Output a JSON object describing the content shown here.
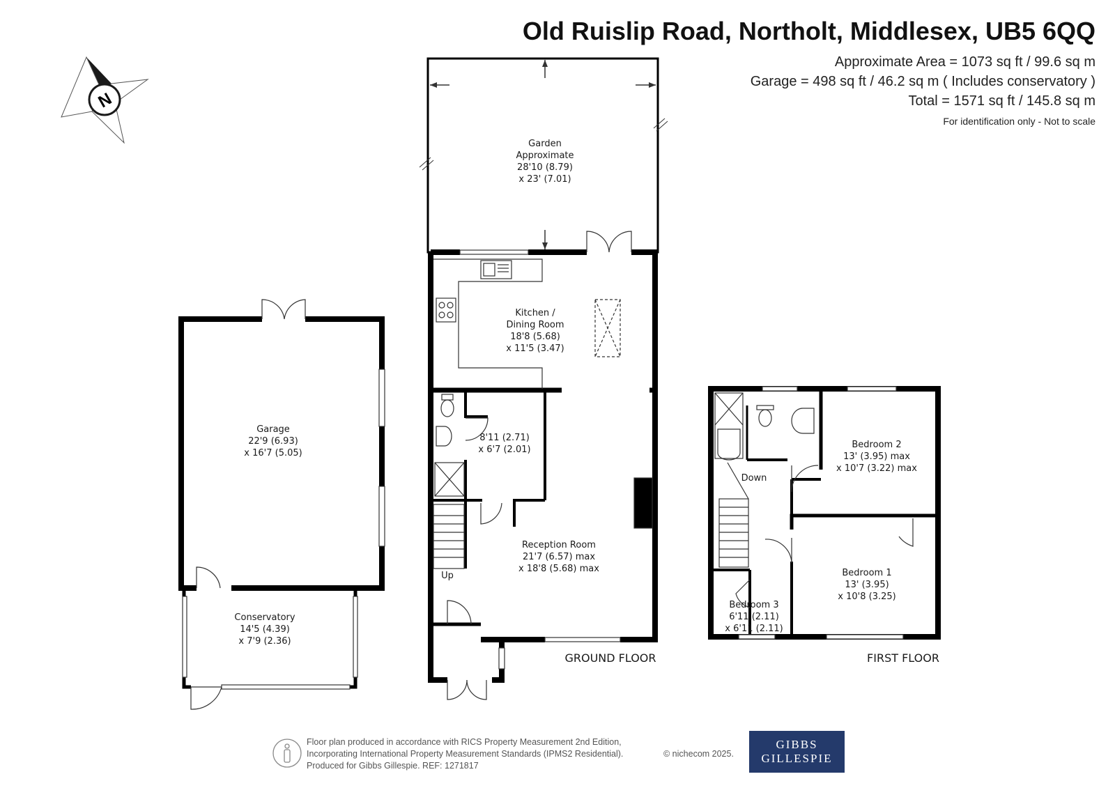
{
  "header": {
    "title": "Old Ruislip Road, Northolt, Middlesex, UB5 6QQ",
    "approx_area": "Approximate Area = 1073 sq ft / 99.6 sq m",
    "garage_area": "Garage = 498 sq ft / 46.2 sq m ( Includes conservatory )",
    "total_area": "Total = 1571 sq ft / 145.8 sq m",
    "note": "For identification only - Not to scale"
  },
  "compass": {
    "letter": "N"
  },
  "rooms": {
    "garden": [
      "Garden",
      "Approximate",
      "28'10 (8.79)",
      "x 23' (7.01)"
    ],
    "kitchen": [
      "Kitchen /",
      "Dining Room",
      "18'8 (5.68)",
      "x 11'5 (3.47)"
    ],
    "utility": [
      "8'11 (2.71)",
      "x 6'7 (2.01)"
    ],
    "reception": [
      "Reception Room",
      "21'7 (6.57) max",
      "x 18'8 (5.68) max"
    ],
    "garage": [
      "Garage",
      "22'9 (6.93)",
      "x 16'7 (5.05)"
    ],
    "conservatory": [
      "Conservatory",
      "14'5 (4.39)",
      "x 7'9 (2.36)"
    ],
    "bedroom2": [
      "Bedroom 2",
      "13' (3.95) max",
      "x 10'7 (3.22) max"
    ],
    "bedroom1": [
      "Bedroom 1",
      "13' (3.95)",
      "x 10'8 (3.25)"
    ],
    "bedroom3": [
      "Bedroom 3",
      "6'11 (2.11)",
      "x 6'11 (2.11)"
    ]
  },
  "stairs": {
    "up": "Up",
    "down": "Down"
  },
  "floors": {
    "ground": "GROUND FLOOR",
    "first": "FIRST FLOOR"
  },
  "footer": {
    "line1": "Floor plan produced in accordance with RICS Property Measurement 2nd Edition,",
    "line2": "Incorporating International Property Measurement Standards (IPMS2 Residential).",
    "line3": "Produced for Gibbs Gillespie.   REF: 1271817",
    "copyright": "© nichecom 2025.",
    "logo_line1": "GIBBS",
    "logo_line2": "GILLESPIE"
  },
  "colors": {
    "wall": "#000000",
    "logo_bg": "#243a6b"
  }
}
